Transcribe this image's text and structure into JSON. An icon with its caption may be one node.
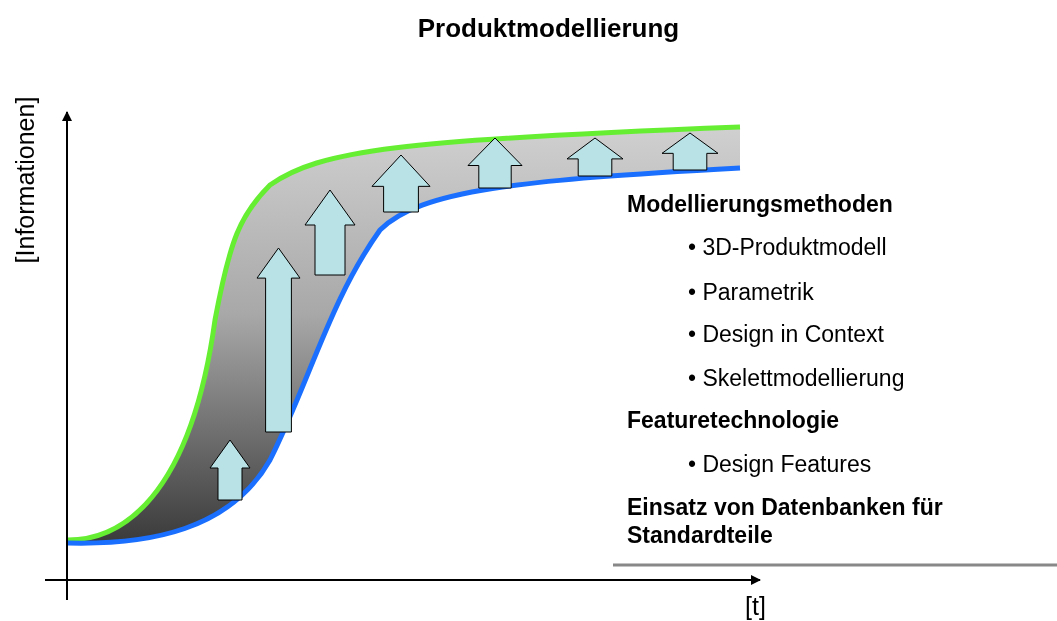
{
  "diagram": {
    "title": "Produktmodellierung",
    "labels": [
      "[Informationen]",
      "Modellierungsmethoden",
      "• 3D-Produktmodell",
      "• Parametrik",
      "• Design in Context",
      "• Skelettmodellierung",
      "Featuretechnologie",
      "• Design Features",
      "Einsatz von Datenbanken für Standardteile",
      "[t]"
    ]
  }
}
